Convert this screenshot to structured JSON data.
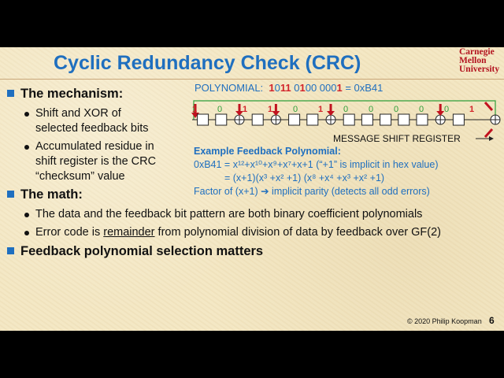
{
  "slide": {
    "title": "Cyclic Redundancy Check (CRC)",
    "logo": {
      "line1": "Carnegie",
      "line2": "Mellon",
      "line3": "University"
    },
    "bullets": {
      "mechanism": {
        "heading": "The mechanism:",
        "items": [
          {
            "line1": "Shift and XOR of",
            "line2": "selected feedback bits"
          },
          {
            "line1": "Accumulated residue in",
            "line2": "shift register is the CRC",
            "line3": "“checksum” value"
          }
        ]
      },
      "math": {
        "heading": "The math:",
        "items": [
          {
            "text": "The data and the feedback bit pattern are both binary coefficient polynomials"
          },
          {
            "prefix": "Error code is ",
            "underlined": "remainder",
            "suffix": " from polynomial division of data by feedback over GF(2)"
          }
        ]
      },
      "selection": {
        "heading": "Feedback polynomial selection matters"
      }
    },
    "diagram": {
      "polynomial_label": "POLYNOMIAL:",
      "poly_bits": [
        "1",
        "0",
        "11",
        " 0",
        "1",
        "00 000",
        "1"
      ],
      "poly_hex": " = 0xB41",
      "feedback_bits": [
        "1",
        "0",
        "1",
        "1",
        "0",
        "1",
        "0",
        "0",
        "0",
        "0",
        "0",
        "1"
      ],
      "register_label": "MESSAGE SHIFT REGISTER",
      "colors": {
        "register": "#222222",
        "feedback_line": "#2f9e3a",
        "arrow": "#c1121f",
        "bit_red": "#d2232a",
        "bit_green": "#2f9e3a"
      }
    },
    "example": {
      "heading": "Example Feedback Polynomial:",
      "line1": "0xB41 = x¹²+x¹⁰+x⁹+x⁷+x+1 (“+1” is implicit in hex value)",
      "line2": "= (x+1)(x³ +x² +1) (x⁸ +x⁴ +x³ +x² +1)",
      "line3": "Factor of (x+1) ➔ implicit parity (detects all odd errors)"
    },
    "footer": {
      "copyright": "© 2020 Philip Koopman",
      "page": "6"
    }
  }
}
